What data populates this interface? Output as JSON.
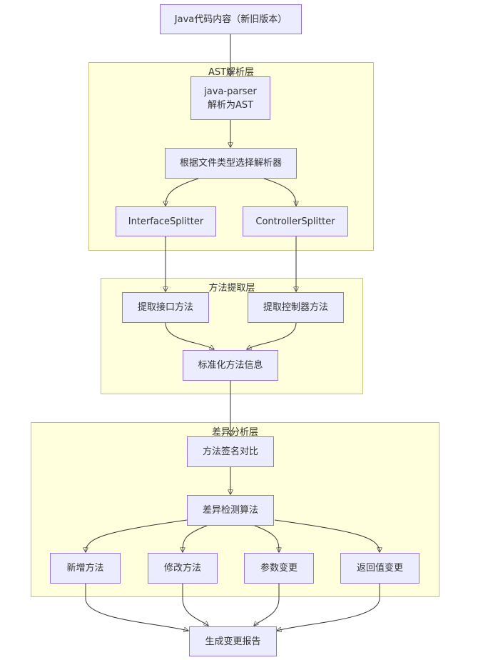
{
  "clusters": {
    "ast": "AST解析层",
    "method": "方法提取层",
    "diff": "差异分析层"
  },
  "nodes": {
    "java_source": "Java代码内容（新旧版本）",
    "java_parser_line1": "java-parser",
    "java_parser_line2": "解析为AST",
    "select_parser": "根据文件类型选择解析器",
    "interface_splitter": "InterfaceSplitter",
    "controller_splitter": "ControllerSplitter",
    "extract_interface": "提取接口方法",
    "extract_controller": "提取控制器方法",
    "normalize": "标准化方法信息",
    "signature_compare": "方法签名对比",
    "diff_algo": "差异检测算法",
    "added": "新增方法",
    "modified": "修改方法",
    "param_change": "参数变更",
    "return_change": "返回值变更",
    "report": "生成变更报告"
  },
  "colors": {
    "node_fill": "#ececff",
    "node_border": "#9370db",
    "cluster_fill": "#ffffde",
    "cluster_border": "#c4c27a",
    "edge": "#333333"
  }
}
